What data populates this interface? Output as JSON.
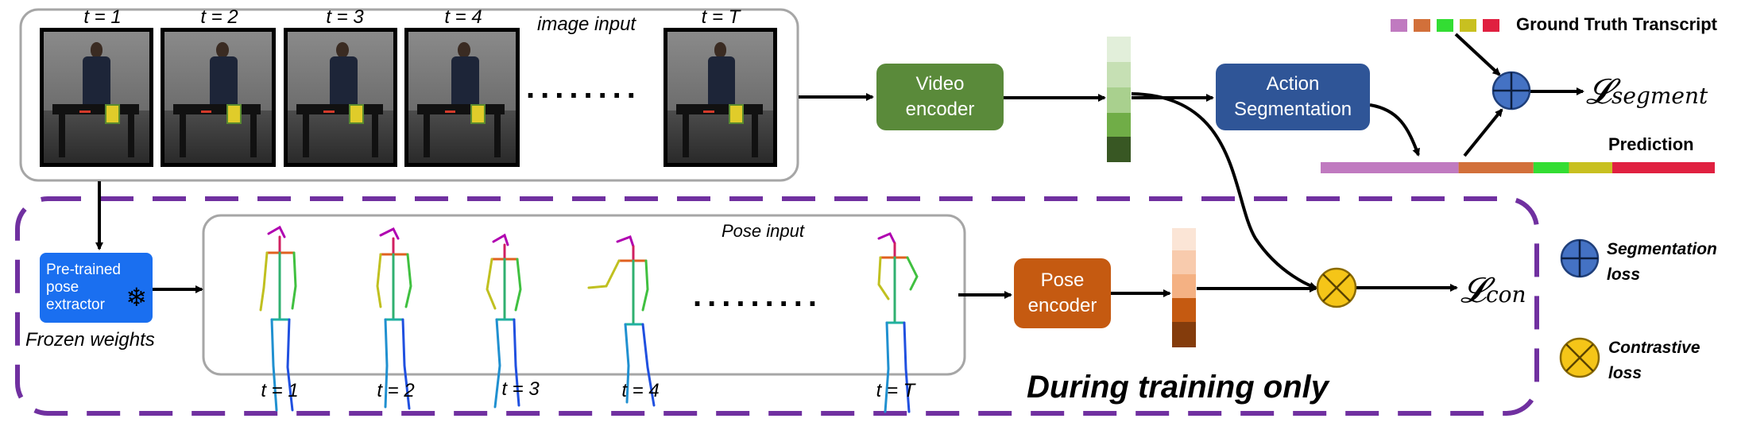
{
  "image_input": {
    "label": "image input",
    "time_labels": [
      "t = 1",
      "t = 2",
      "t = 3",
      "t = 4",
      "t = T"
    ],
    "ellipsis": "........"
  },
  "video_encoder": {
    "label_line1": "Video",
    "label_line2": "encoder",
    "color": "#5a8a3a"
  },
  "action_segmentation": {
    "label_line1": "Action",
    "label_line2": "Segmentation",
    "color": "#2f5597"
  },
  "ground_truth": {
    "label": "Ground Truth Transcript",
    "colors": [
      "#c07ac0",
      "#d2703a",
      "#33dd33",
      "#c8c020",
      "#e02040"
    ]
  },
  "prediction": {
    "label": "Prediction",
    "segments": [
      {
        "color": "#c07ac0",
        "fraction": 0.35
      },
      {
        "color": "#d2703a",
        "fraction": 0.19
      },
      {
        "color": "#33dd33",
        "fraction": 0.09
      },
      {
        "color": "#c8c020",
        "fraction": 0.11
      },
      {
        "color": "#e02040",
        "fraction": 0.26
      }
    ]
  },
  "loss_segment": {
    "symbol": "𝓛",
    "subscript": "segment"
  },
  "loss_con": {
    "symbol": "𝓛",
    "subscript": "con"
  },
  "pose_extractor": {
    "line1": "Pre-trained",
    "line2": "pose",
    "line3": "extractor",
    "color": "#1a6ff0"
  },
  "frozen_label": "Frozen weights",
  "pose_input": {
    "label": "Pose input",
    "time_labels": [
      "t = 1",
      "t = 2",
      "t = 3",
      "t = 4",
      "t = T"
    ],
    "ellipsis": "........."
  },
  "pose_encoder": {
    "label_line1": "Pose",
    "label_line2": "encoder",
    "color": "#c55a11"
  },
  "training_only_label": "During training only",
  "legend": {
    "segmentation_line1": "Segmentation",
    "segmentation_line2": "loss",
    "contrastive_line1": "Contrastive",
    "contrastive_line2": "loss"
  },
  "video_feature_colors": [
    "#e2efda",
    "#c6e0b4",
    "#a9d08e",
    "#70ad47",
    "#548235",
    "#385723"
  ],
  "pose_feature_colors": [
    "#fbe5d6",
    "#f8cbad",
    "#f4b183",
    "#c55a11",
    "#a04a0f",
    "#843c0c"
  ],
  "colors": {
    "training_border": "#7030a0",
    "segmentation_node": "#4472c4",
    "contrastive_node": "#f5c518"
  }
}
